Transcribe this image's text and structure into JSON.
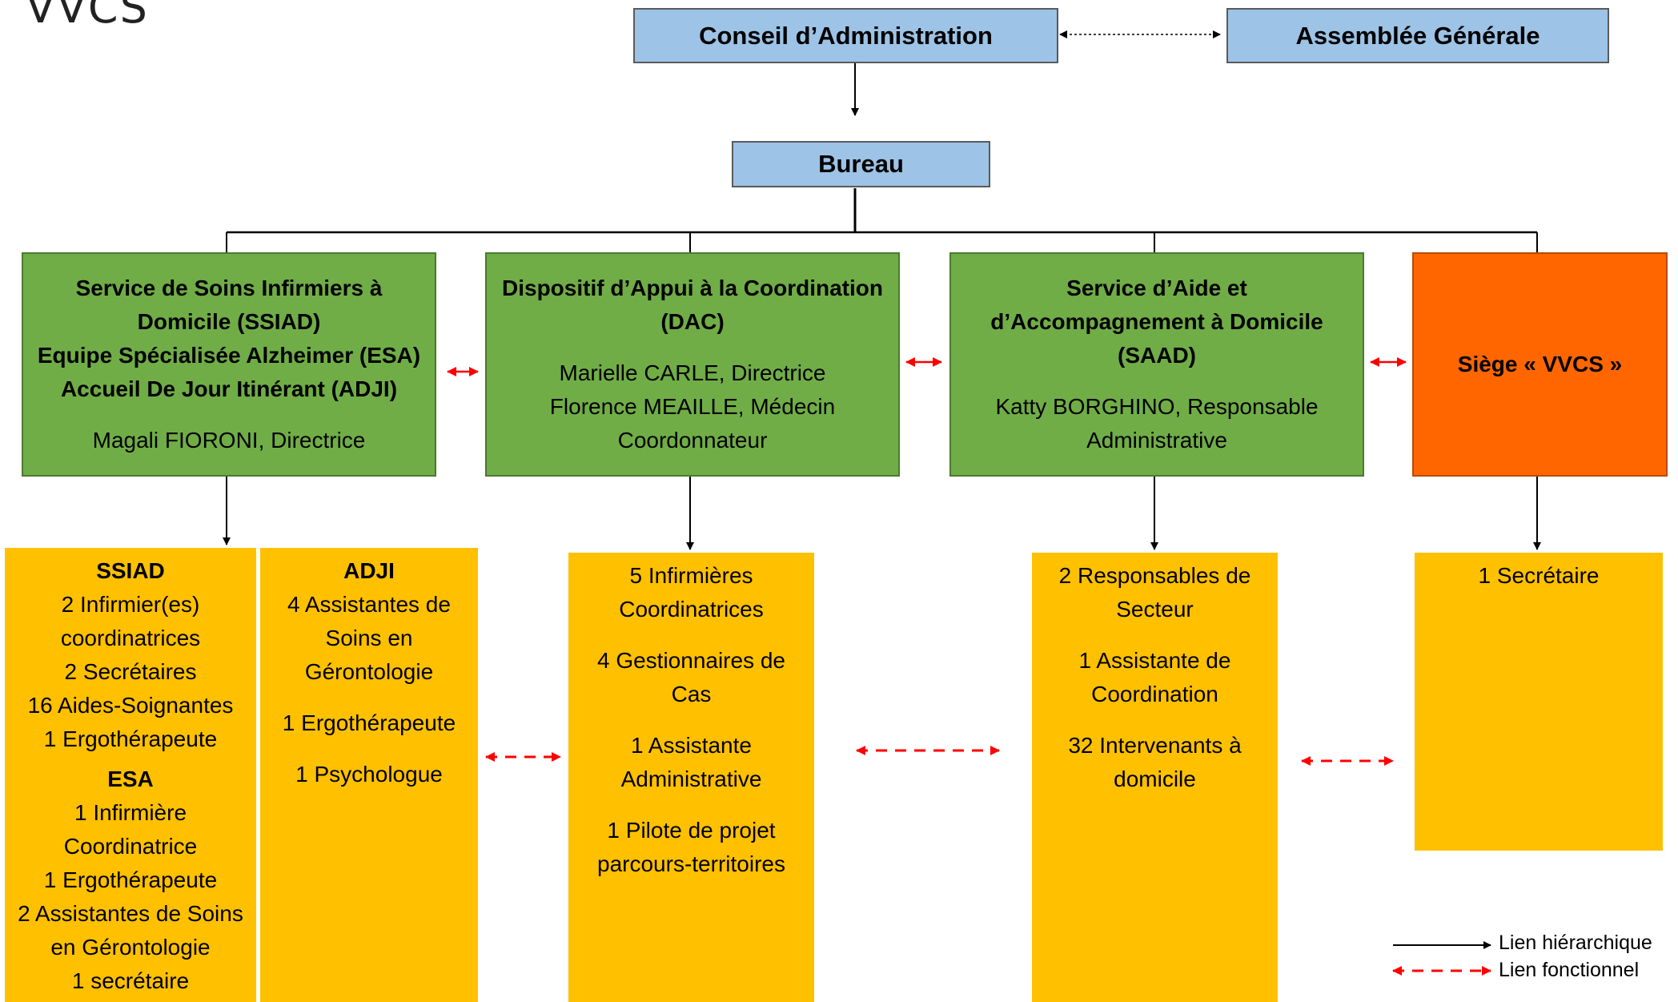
{
  "logo_text": "VVCS",
  "top": {
    "conseil": "Conseil d’Administration",
    "assemblee": "Assemblée Générale",
    "bureau": "Bureau"
  },
  "services": {
    "ssiad": {
      "title_lines": [
        "Service de Soins Infirmiers à",
        "Domicile (SSIAD)",
        "Equipe Spécialisée Alzheimer (ESA)",
        "Accueil De Jour Itinérant (ADJI)"
      ],
      "person": "Magali FIORONI, Directrice"
    },
    "dac": {
      "title_lines": [
        "Dispositif d’Appui à la Coordination",
        "(DAC)"
      ],
      "person_lines": [
        "Marielle CARLE, Directrice",
        "Florence MEAILLE, Médecin",
        "Coordonnateur"
      ]
    },
    "saad": {
      "title_lines": [
        "Service d’Aide et",
        "d’Accompagnement à Domicile",
        "(SAAD)"
      ],
      "person_lines": [
        "Katty BORGHINO, Responsable",
        "Administrative"
      ]
    },
    "siege": {
      "title": "Siège « VVCS »"
    }
  },
  "staff": {
    "ssiad_esa": {
      "ssiad_header": "SSIAD",
      "ssiad_lines": [
        "2 Infirmier(es)",
        "coordinatrices",
        "2 Secrétaires",
        "16 Aides-Soignantes",
        "1 Ergothérapeute"
      ],
      "esa_header": "ESA",
      "esa_lines": [
        "1 Infirmière",
        "Coordinatrice",
        "1 Ergothérapeute",
        "2 Assistantes de Soins",
        "en Gérontologie",
        "1 secrétaire"
      ]
    },
    "adji": {
      "header": "ADJI",
      "group1": [
        "4 Assistantes de",
        "Soins en",
        "Gérontologie"
      ],
      "group2": [
        "1 Ergothérapeute"
      ],
      "group3": [
        "1 Psychologue"
      ]
    },
    "dac": {
      "group1": [
        "5 Infirmières",
        "Coordinatrices"
      ],
      "group2": [
        "4 Gestionnaires de",
        "Cas"
      ],
      "group3": [
        "1 Assistante",
        "Administrative"
      ],
      "group4": [
        "1 Pilote de projet",
        "parcours-territoires"
      ]
    },
    "saad": {
      "group1": [
        "2 Responsables de",
        "Secteur"
      ],
      "group2": [
        "1 Assistante de",
        "Coordination"
      ],
      "group3": [
        "32 Intervenants à",
        "domicile"
      ]
    },
    "siege": {
      "group1": [
        "1 Secrétaire"
      ]
    }
  },
  "legend": {
    "hierarchique": "Lien hiérarchique",
    "fonctionnel": "Lien fonctionnel"
  },
  "colors": {
    "governance": "#9dc3e6",
    "service": "#70ad47",
    "siege": "#ff6600",
    "staff": "#ffc000",
    "functional_link": "#ff0000"
  }
}
